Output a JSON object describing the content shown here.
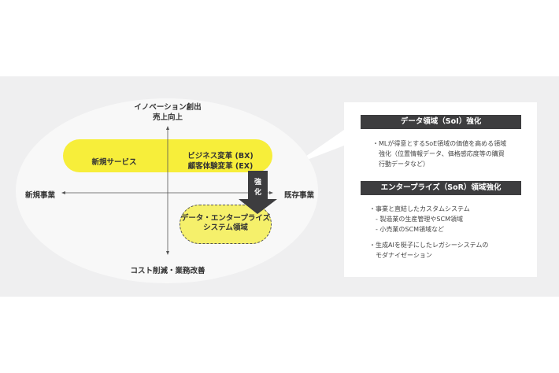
{
  "axes": {
    "top": [
      "イノベーション創出",
      "売上向上"
    ],
    "bottom": "コスト削減・業務改善",
    "left": "新規事業",
    "right": "既存事業"
  },
  "areas": {
    "new_service": "新規サービス",
    "bx": "ビジネス変革 (BX)",
    "ex": "顧客体験変革 (EX)",
    "data_enterprise": [
      "データ・エンタープライズ",
      "システム領域"
    ]
  },
  "arrow_label": [
    "強",
    "化"
  ],
  "panel": {
    "section1": {
      "title": "データ領域（SoI）強化",
      "lines": [
        "・MLが得意とするSoE領域の価値を高める領域",
        "　強化（位置情報データ、価格感応度等の購買",
        "　行動データなど）"
      ]
    },
    "section2": {
      "title": "エンタープライズ（SoR）領域強化",
      "lines": [
        "・事業と直結したカスタムシステム",
        "　- 製造業の生産管理やSCM領域",
        "　- 小売業のSCM領域など"
      ],
      "lines2": [
        "・生成AIを梃子にしたレガシーシステムの",
        "　モダナイゼーション"
      ]
    }
  },
  "colors": {
    "yellow": "#f7ee3a",
    "dark": "#3d3d3f",
    "band": "#efeff0"
  }
}
